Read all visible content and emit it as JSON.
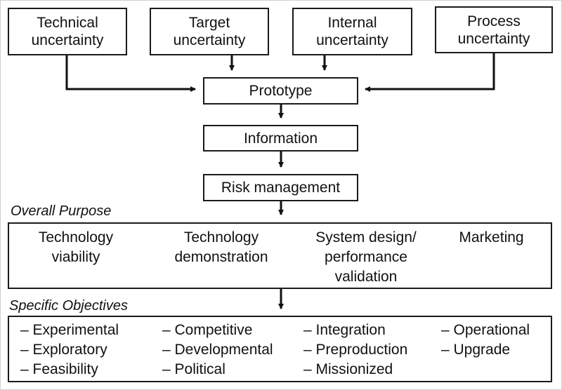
{
  "uncertainties": [
    {
      "label": "Technical\nuncertainty"
    },
    {
      "label": "Target\nuncertainty"
    },
    {
      "label": "Internal\nuncertainty"
    },
    {
      "label": "Process\nuncertainty"
    }
  ],
  "flow": {
    "prototype": "Prototype",
    "information": "Information",
    "risk_management": "Risk management"
  },
  "overall_purpose": {
    "label": "Overall Purpose",
    "items": [
      "Technology\nviability",
      "Technology\ndemonstration",
      "System design/\nperformance\nvalidation",
      "Marketing"
    ]
  },
  "specific_objectives": {
    "label": "Specific Objectives",
    "columns": [
      [
        "– Experimental",
        "– Exploratory",
        "– Feasibility"
      ],
      [
        "– Competitive",
        "– Developmental",
        "– Political"
      ],
      [
        "– Integration",
        "– Preproduction",
        "– Missionized"
      ],
      [
        "– Operational",
        "– Upgrade"
      ]
    ]
  }
}
